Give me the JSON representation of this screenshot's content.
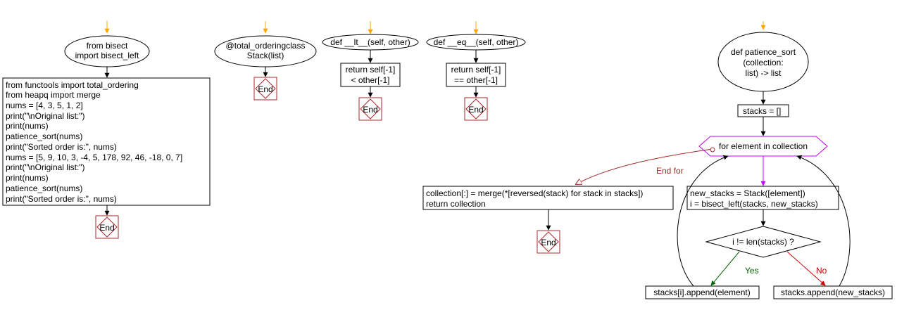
{
  "flow1": {
    "start": [
      "from bisect",
      "import bisect_left"
    ],
    "code": [
      "from functools import total_ordering",
      "from heapq import merge",
      "nums = [4, 3, 5, 1, 2]",
      "print(\"\\nOriginal list:\")",
      "print(nums)",
      "patience_sort(nums)",
      "print(\"Sorted order is:\", nums)",
      "nums = [5, 9, 10, 3, -4, 5, 178, 92, 46, -18, 0, 7]",
      "print(\"\\nOriginal list:\")",
      "print(nums)",
      "patience_sort(nums)",
      "print(\"Sorted order is:\", nums)"
    ],
    "end": "End"
  },
  "flow2": {
    "start": [
      "@total_orderingclass",
      "Stack(list)"
    ],
    "end": "End"
  },
  "flow3": {
    "start": "def __lt__(self, other)",
    "code": [
      "return self[-1]",
      "< other[-1]"
    ],
    "end": "End"
  },
  "flow4": {
    "start": "def __eq__(self, other)",
    "code": [
      "return self[-1]",
      "== other[-1]"
    ],
    "end": "End"
  },
  "flow5": {
    "start": [
      "def patience_sort",
      "(collection:",
      "list) -> list"
    ],
    "init": "stacks = []",
    "loop": "for element in collection",
    "loop_end_label": "End for",
    "body": [
      "new_stacks = Stack([element])",
      "i = bisect_left(stacks, new_stacks)"
    ],
    "decision": "i != len(stacks) ?",
    "yes_label": "Yes",
    "no_label": "No",
    "yes_action": "stacks[i].append(element)",
    "no_action": "stacks.append(new_stacks)",
    "result": [
      "collection[:] = merge(*[reversed(stack) for stack in stacks])",
      "return collection"
    ],
    "end": "End"
  },
  "colors": {
    "start_arrow": "#ffa500",
    "end_border": "#a52a2a",
    "loop_border": "#bf00ff",
    "loop_exit_edge": "#a52a2a",
    "yes_edge": "#006400",
    "no_edge": "#cc0000",
    "line": "#000000"
  }
}
